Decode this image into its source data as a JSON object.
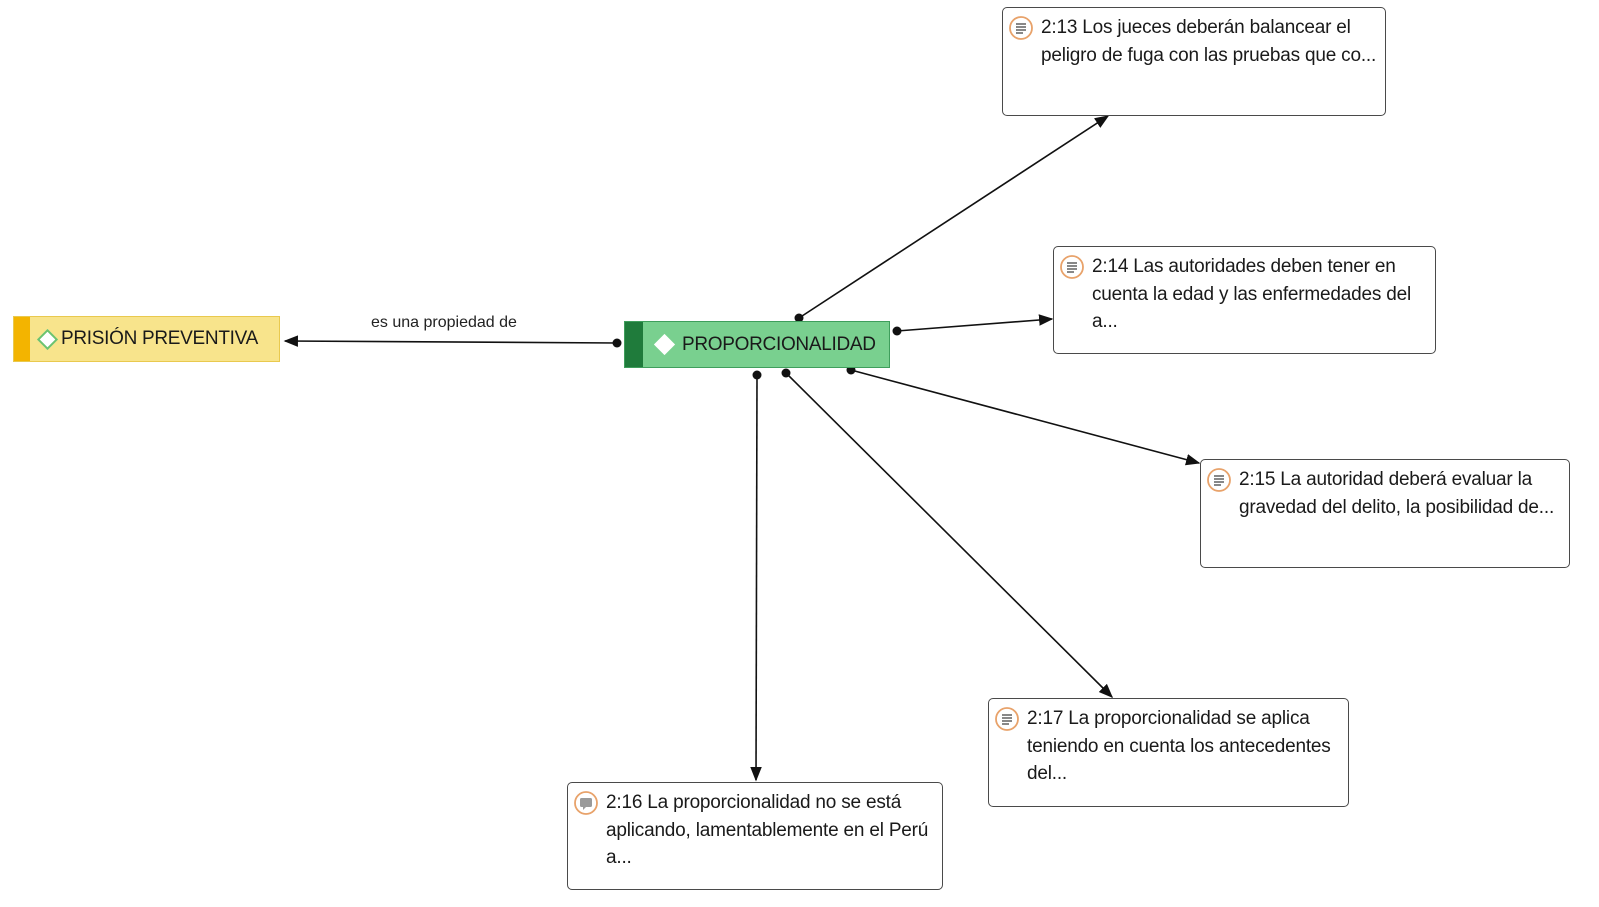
{
  "nodes": {
    "prision": {
      "label": "PRISIÓN PREVENTIVA"
    },
    "prop": {
      "label": "PROPORCIONALIDAD"
    }
  },
  "link_label": "es una propiedad de",
  "quotes": {
    "q213": "2:13 Los jueces deberán balancear el peligro de fuga con las pruebas que co...",
    "q214": "2:14 Las autoridades deben tener en cuenta la edad y las enfermedades del a...",
    "q215": "2:15 La autoridad deberá evaluar la gravedad del delito, la posibilidad de...",
    "q216": "2:16 La proporcionalidad no se está aplicando, lamentablemente en el Perú a...",
    "q217": "2:17 La proporcionalidad se aplica teniendo en cuenta los antecedentes del..."
  },
  "colors": {
    "code_yellow": "#f8e48c",
    "code_yellow_strip": "#f3b400",
    "code_green": "#79d08f",
    "code_green_strip": "#1f7b3b",
    "quote_icon": "#e8a26a"
  },
  "icons": {
    "code": "diamond-icon",
    "quote": "document-quote-icon",
    "comment": "comment-quote-icon"
  }
}
